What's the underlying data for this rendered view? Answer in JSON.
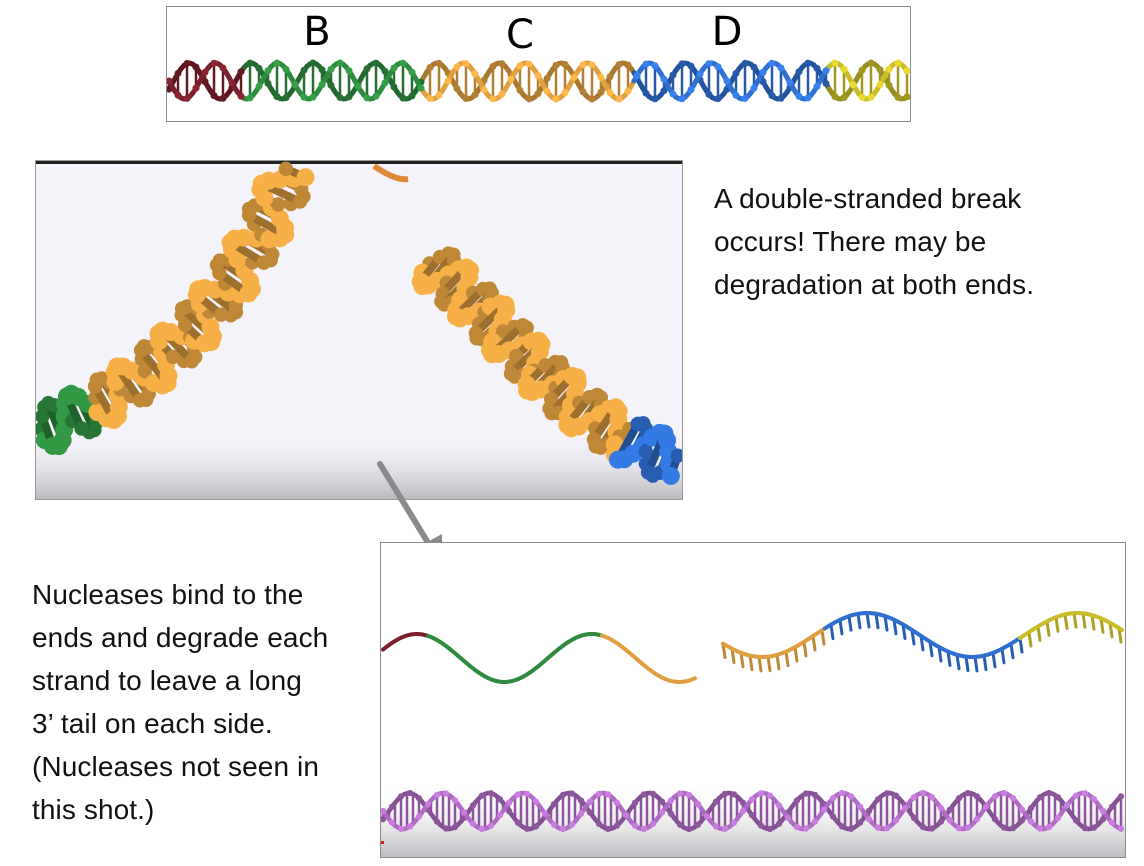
{
  "top_panel": {
    "segments": [
      {
        "label": "",
        "color": "#7a1f2b"
      },
      {
        "label": "B",
        "color": "#2e8b3e"
      },
      {
        "label": "C",
        "color": "#e08a3a"
      },
      {
        "label": "D",
        "color": "#2f6fd0"
      },
      {
        "label": "",
        "color": "#c9bd2a"
      }
    ]
  },
  "captions": {
    "break": "A double-stranded break\noccurs! There may be\ndegradation at both ends.",
    "nuclease": "Nucleases bind to the\nends and degrade each\nstrand to leave a long\n3’ tail on each side.\n(Nucleases not seen in\nthis shot.)"
  },
  "colors": {
    "dark_red": "#7a1f2b",
    "green": "#2e8b3e",
    "orange": "#e0a040",
    "blue": "#2f6fd0",
    "yellow": "#c9bd2a",
    "purple": "#b06cc4",
    "arrow": "#8a8a8a"
  }
}
